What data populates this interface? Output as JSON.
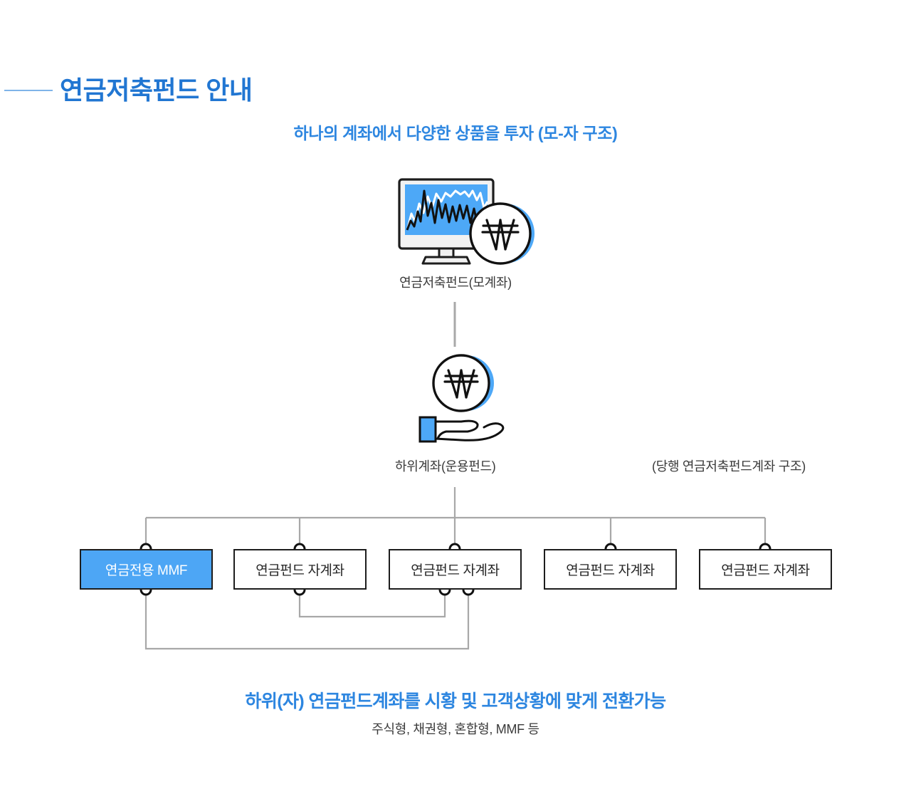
{
  "header": {
    "title": "연금저축펀드 안내",
    "rule_color": "#7fb4e8",
    "title_color": "#2176d2"
  },
  "subtitle": {
    "text": "하나의 계좌에서 다양한 상품을 투자 (모-자 구조)",
    "color": "#2d86e0"
  },
  "diagram": {
    "parent_node": {
      "icon": "monitor-chart-won-icon",
      "label": "연금저축펀드(모계좌)"
    },
    "child_node": {
      "icon": "hand-holding-won-icon",
      "label": "하위계좌(운용펀드)"
    },
    "side_note": "(당행 연금저축펀드계좌 구조)",
    "accounts": [
      {
        "label": "연금전용 MMF",
        "accent": true
      },
      {
        "label": "연금펀드 자계좌",
        "accent": false
      },
      {
        "label": "연금펀드 자계좌",
        "accent": false
      },
      {
        "label": "연금펀드 자계좌",
        "accent": false
      },
      {
        "label": "연금펀드 자계좌",
        "accent": false
      }
    ],
    "accent_color": "#4da6f5",
    "line_color": "#8c8c8c",
    "box_border_color": "#1d1d1d"
  },
  "footer": {
    "headline": "하위(자) 연금펀드계좌를 시황 및 고객상황에 맞게 전환가능",
    "subline": "주식형, 채권형, 혼합형, MMF 등",
    "headline_color": "#2d86e0"
  }
}
